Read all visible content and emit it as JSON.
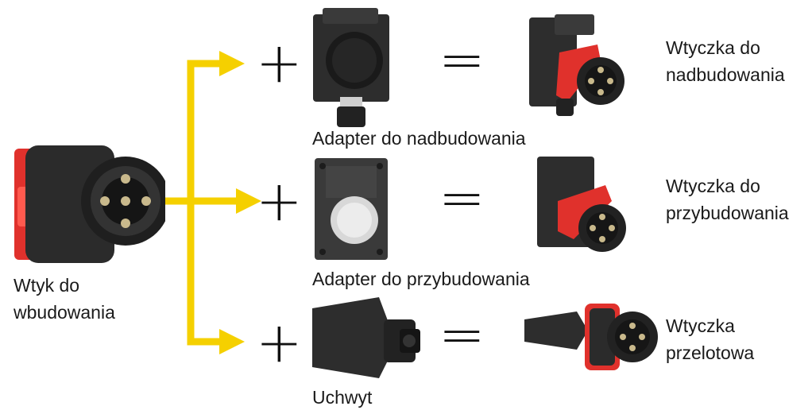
{
  "source": {
    "label_line1": "Wtyk do",
    "label_line2": "wbudowania"
  },
  "rows": [
    {
      "plus": "+",
      "equals": "=",
      "component_label": "Adapter do nadbudowania",
      "result_line1": "Wtyczka do",
      "result_line2": "nadbudowania"
    },
    {
      "plus": "+",
      "equals": "=",
      "component_label": "Adapter do przybudowania",
      "result_line1": "Wtyczka do",
      "result_line2": "przybudowania"
    },
    {
      "plus": "+",
      "equals": "=",
      "component_label": "Uchwyt",
      "result_line1": "Wtyczka",
      "result_line2": "przelotowa"
    }
  ],
  "colors": {
    "arrow": "#f5d000",
    "housing": "#2b2b2b",
    "accent_red": "#e0312c"
  }
}
